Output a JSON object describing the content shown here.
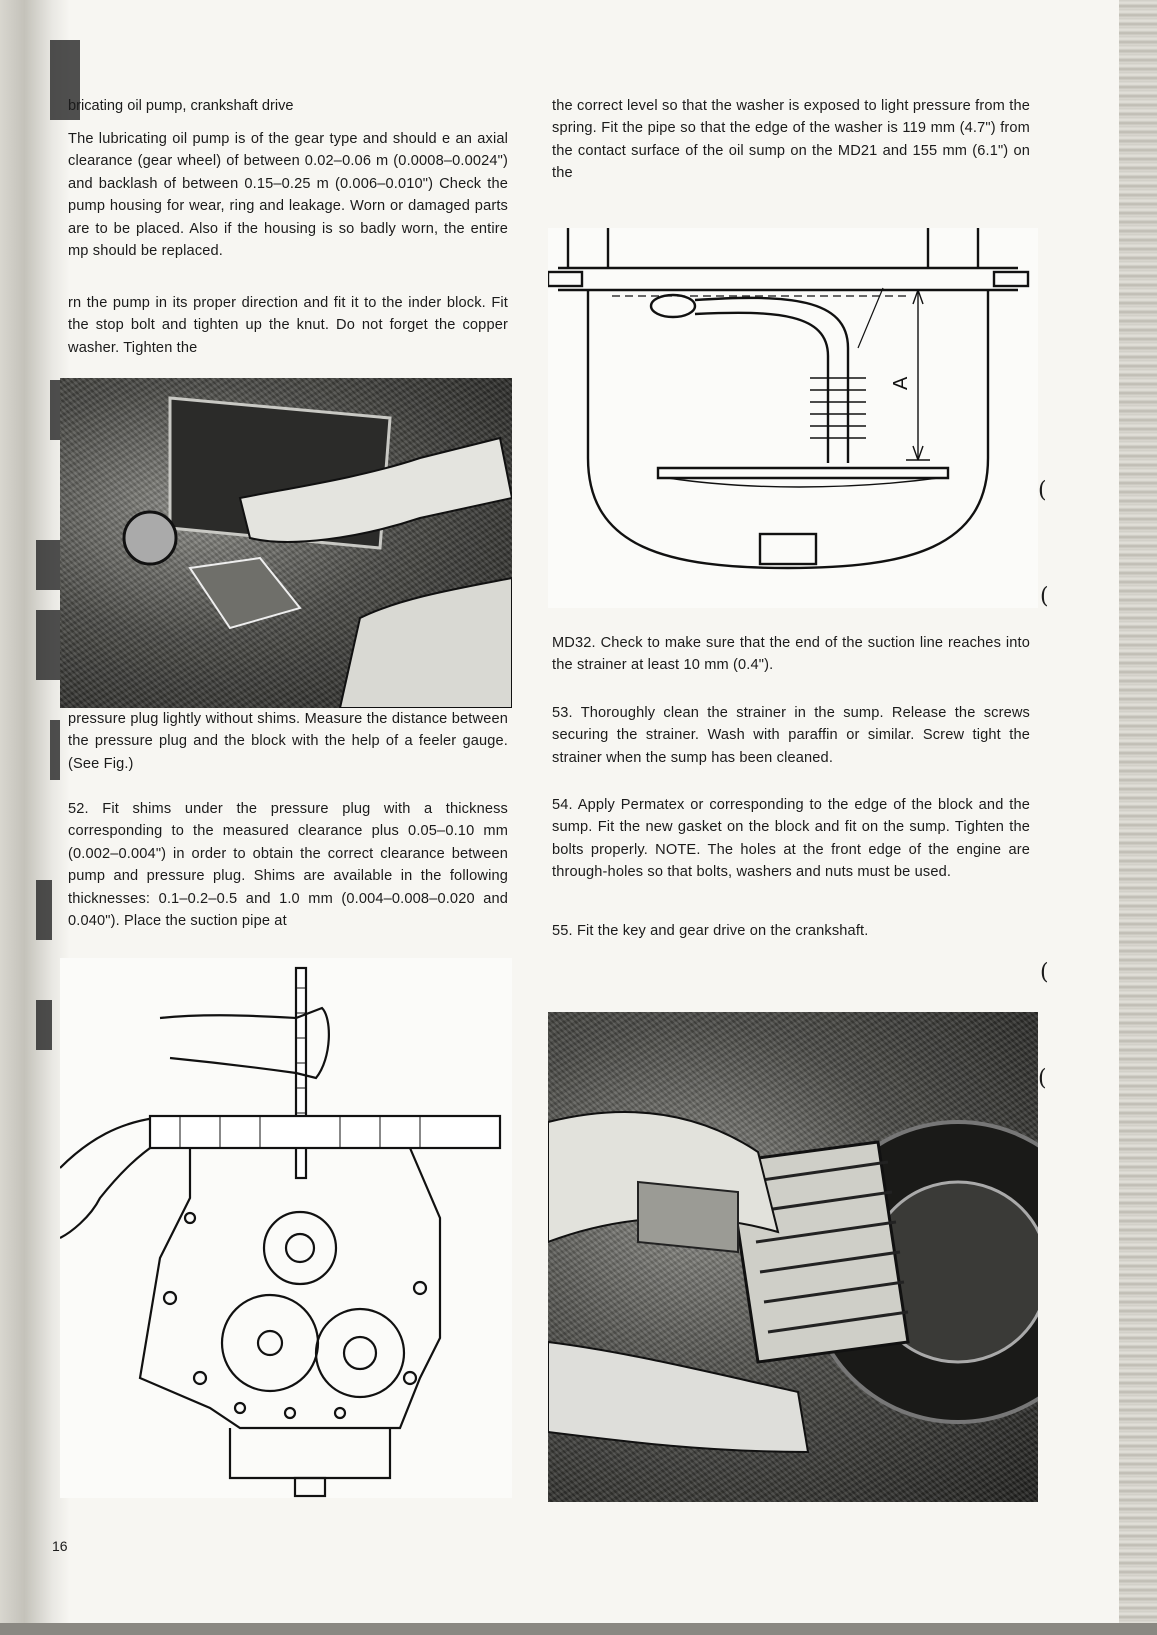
{
  "page": {
    "number": "16",
    "heading": "bricating oil pump, crankshaft drive"
  },
  "left_column": {
    "para1": "The lubricating oil pump is of the gear type and should e an axial clearance (gear wheel) of between 0.02–0.06 m (0.0008–0.0024\") and backlash of between 0.15–0.25 m (0.006–0.010\") Check the pump housing for wear, ring and leakage. Worn or damaged parts are to be placed. Also if the housing is so badly worn, the entire mp should be replaced.",
    "para2": "rn the pump in its proper direction and fit it to the inder block. Fit the stop bolt and tighten up the knut. Do not forget the copper washer. Tighten the",
    "para3": "pressure plug lightly without shims. Measure the distance between the pressure plug and the block with the help of a feeler gauge. (See Fig.)",
    "para4": "52. Fit shims under the pressure plug with a thickness corresponding to the measured clearance plus 0.05–0.10 mm (0.002–0.004\") in order to obtain the correct clearance between pump and pressure plug. Shims are available in the following thicknesses: 0.1–0.2–0.5 and 1.0 mm (0.004–0.008–0.020 and 0.040\"). Place the suction pipe at"
  },
  "right_column": {
    "para1": "the correct level so that the washer is exposed to light pressure from the spring. Fit the pipe so that the edge of the washer is 119 mm (4.7\") from the contact surface of the oil sump on the MD21 and 155 mm (6.1\") on the",
    "para2": "MD32. Check to make sure that the end of the suction line reaches into the strainer at least 10 mm (0.4\").",
    "para3": "53. Thoroughly clean the strainer in the sump. Release the screws securing the strainer. Wash with paraffin or similar. Screw tight the strainer when the sump has been cleaned.",
    "para4": "54. Apply Permatex or corresponding to the edge of the block and the sump. Fit the new gasket on the block and fit on the sump. Tighten the bolts properly. NOTE. The holes at the front edge of the engine are through-holes so that bolts, washers and nuts must be used.",
    "para5": "55. Fit the key and gear drive on the crankshaft."
  },
  "figures": {
    "sump_label": "A"
  }
}
